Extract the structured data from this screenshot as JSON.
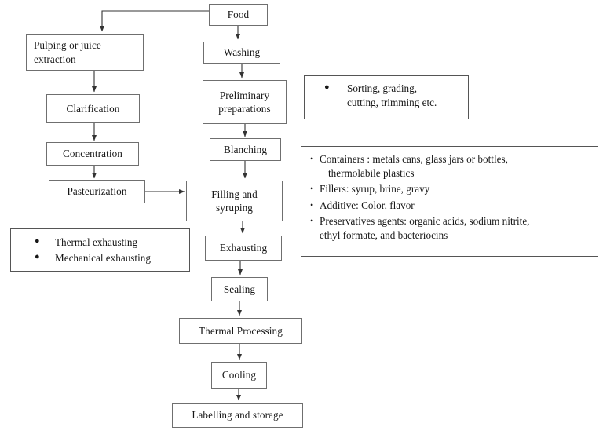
{
  "diagram": {
    "title": "Food processing and canning flowchart",
    "background_color": "#ffffff",
    "box_border_color": "#6f6f6f",
    "note_border_color": "#555555",
    "text_color": "#171717",
    "connector_color": "#333333"
  },
  "nodes": {
    "food": "Food",
    "pulping": "Pulping or juice",
    "pulping_line2": "extraction",
    "washing": "Washing",
    "clarification": "Clarification",
    "preliminary": "Preliminary",
    "preliminary_line2": "preparations",
    "concentration": "Concentration",
    "blanching": "Blanching",
    "pasteurization": "Pasteurization",
    "filling": "Filling and",
    "filling_line2": "syruping",
    "exhausting": "Exhausting",
    "sealing": "Sealing",
    "thermal_processing": "Thermal Processing",
    "cooling": "Cooling",
    "labelling": "Labelling and storage"
  },
  "notes": {
    "sorting": {
      "bullet_glyph": "●",
      "items": [
        {
          "line1": "Sorting, grading,",
          "line2": "cutting, trimming etc."
        }
      ]
    },
    "ingredients": {
      "bullet_glyph": "•",
      "items": [
        {
          "line1": "Containers : metals cans, glass jars or bottles,",
          "line2": "thermolabile plastics"
        },
        {
          "line1": "Fillers: syrup, brine, gravy",
          "line2": ""
        },
        {
          "line1": "Additive: Color, flavor",
          "line2": ""
        },
        {
          "line1": "Preservatives agents: organic acids, sodium nitrite,",
          "line2": "ethyl formate, and bacteriocins"
        }
      ]
    },
    "exhaust_methods": {
      "bullet_glyph": "●",
      "items": [
        {
          "line1": "Thermal exhausting",
          "line2": ""
        },
        {
          "line1": "Mechanical exhausting",
          "line2": ""
        }
      ]
    }
  }
}
